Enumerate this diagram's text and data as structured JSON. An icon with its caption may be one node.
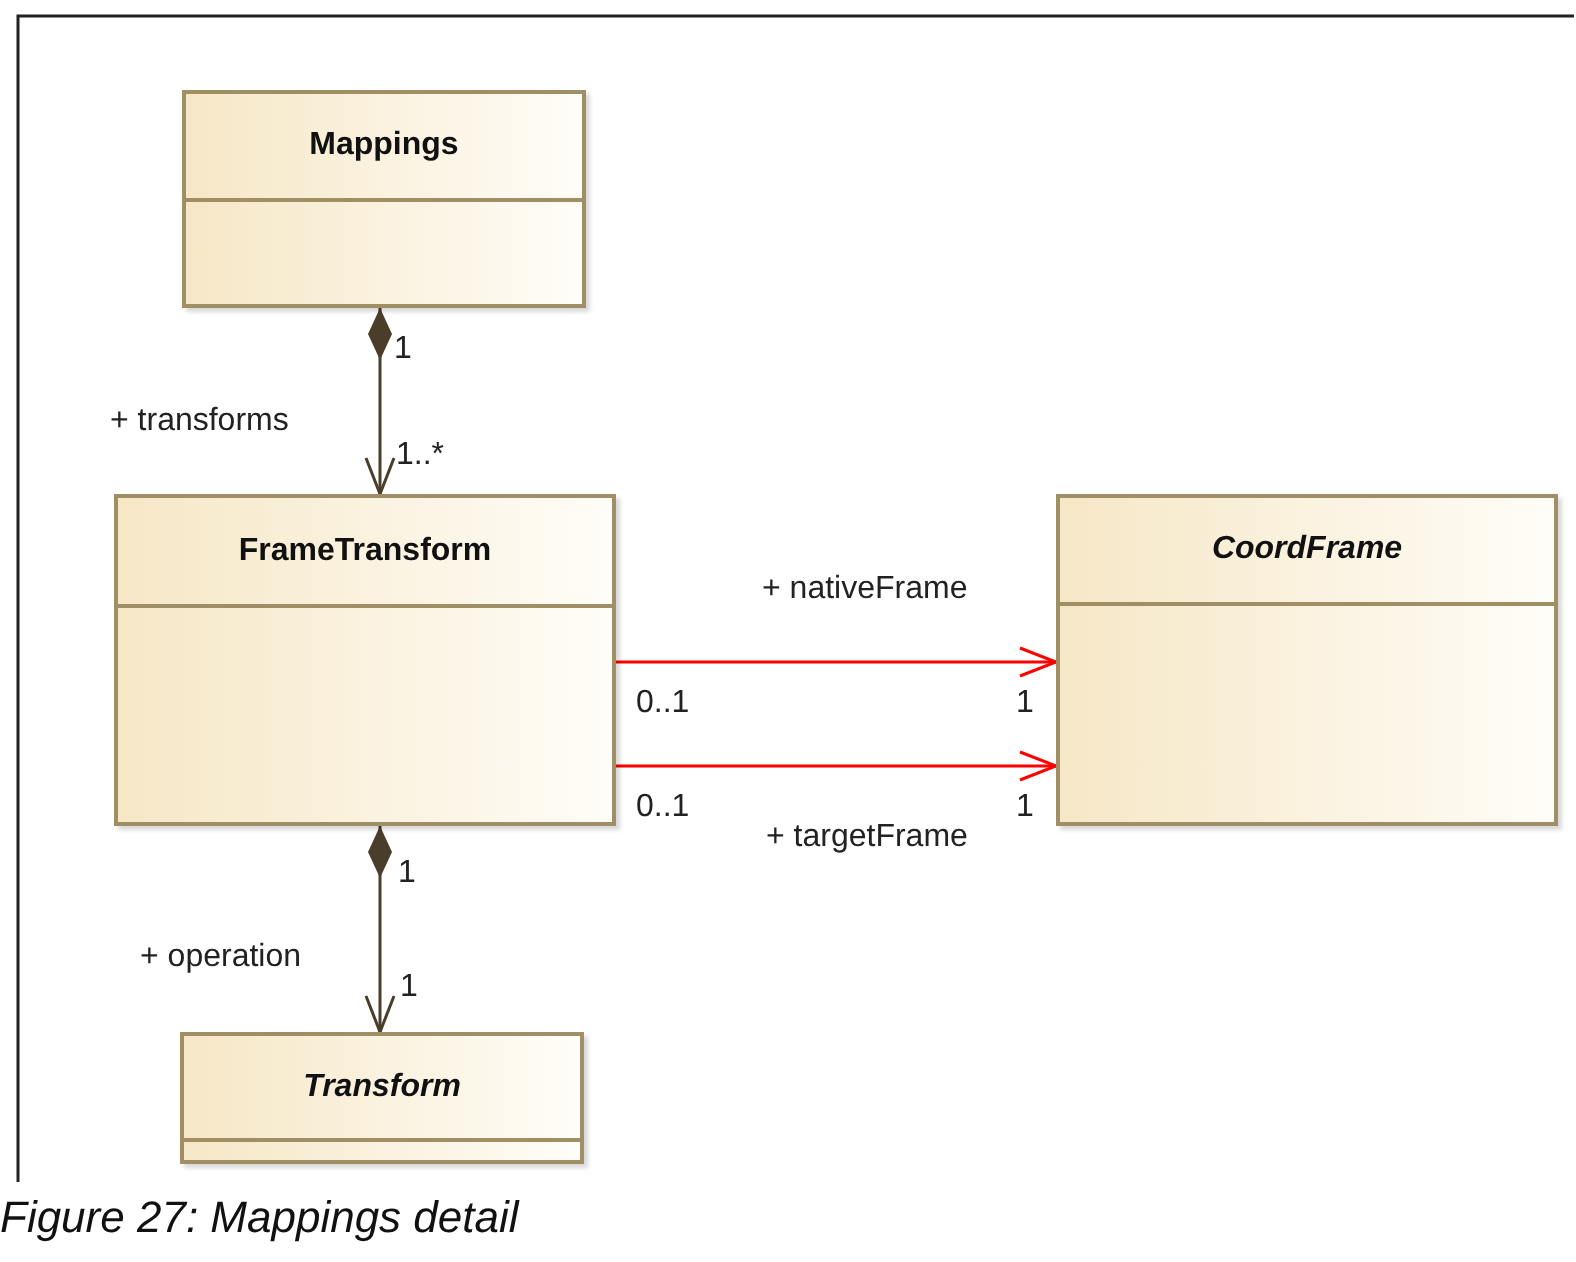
{
  "diagram": {
    "caption": "Figure 27: Mappings detail",
    "nodes": [
      {
        "text": [
          "Mappings"
        ]
      },
      {
        "text": [
          "FrameTransform"
        ]
      },
      {
        "text": [
          "CoordFrame"
        ]
      },
      {
        "text": [
          "Transform"
        ]
      }
    ],
    "edges": [
      {
        "from": 0,
        "to": 1,
        "arrow": "to",
        "label": "+ transforms"
      },
      {
        "from": 1,
        "to": 2,
        "arrow": "to",
        "label": "+ nativeFrame",
        "color": "#ff0000"
      },
      {
        "from": 1,
        "to": 2,
        "arrow": "to",
        "label": "+ targetFrame",
        "color": "#ff0000"
      },
      {
        "from": 1,
        "to": 3,
        "arrow": "to",
        "label": "+ operation"
      }
    ],
    "labels": [
      "1",
      "1..*",
      "0..1",
      "1",
      "0..1",
      "1",
      "1",
      "1"
    ]
  }
}
